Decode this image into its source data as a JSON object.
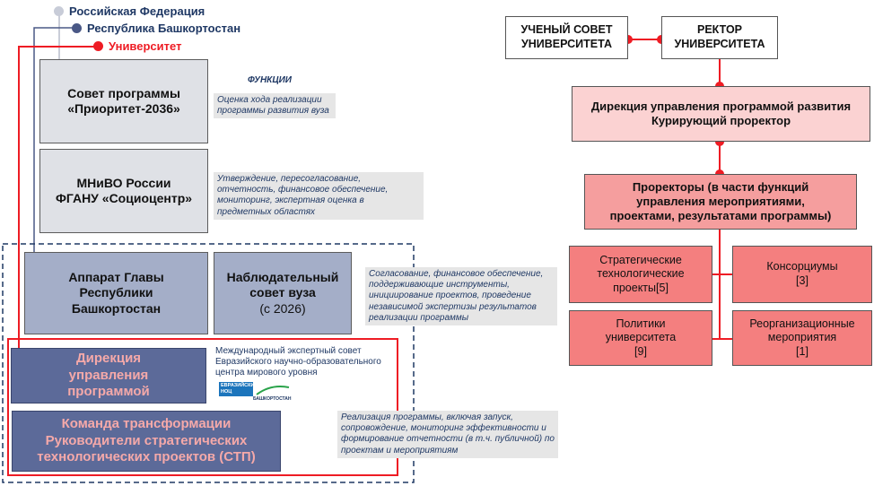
{
  "legend": {
    "rf": "Российская Федерация",
    "rb": "Республика Башкортостан",
    "uni": "Университет",
    "colors": {
      "rf": "#c8ccd8",
      "rb": "#4a5886",
      "uni": "#ee1c24"
    }
  },
  "functions_heading": "ФУНКЦИИ",
  "left_boxes": {
    "council": {
      "line1": "Совет программы",
      "line2": "«Приоритет-2036»"
    },
    "ministry": {
      "line1": "МНиВО России",
      "line2": "ФГАНУ «Социоцентр»"
    },
    "apparatus": {
      "line1": "Аппарат Главы",
      "line2": "Республики",
      "line3": "Башкортостан"
    },
    "supervisory": {
      "line1": "Наблюдательный",
      "line2": "совет вуза",
      "line3": "(с 2026)"
    },
    "directorate": {
      "line1": "Дирекция",
      "line2": "управления",
      "line3": "программой"
    },
    "team": {
      "line1": "Команда трансформации",
      "line2": "Руководители стратегических",
      "line3": "технологических проектов (СТП)"
    }
  },
  "notes": {
    "council": "Оценка хода реализации программы развития вуза",
    "ministry": "Утверждение, пересогласование, отчетность, финансовое обеспечение, мониторинг, экспертная оценка в предметных областях",
    "supervisory": "Согласование, финансовое обеспечение, поддерживающие инструменты, инициирование проектов, проведение независимой экспертизы результатов реализации программы",
    "expert_council": "Международный экспертный совет Евразийского научно-образовательного центра мирового уровня",
    "team": "Реализация программы, включая запуск, сопровождение, мониторинг эффективности и формирование отчетности (в т.ч. публичной) по проектам и мероприятиям"
  },
  "logo": {
    "line1": "ЕВРАЗИЙСКИЙ",
    "line2": "НОЦ",
    "line3": "БАШКОРТОСТАН"
  },
  "right": {
    "academic_council": {
      "line1": "УЧЕНЫЙ СОВЕТ",
      "line2": "УНИВЕРСИТЕТА"
    },
    "rector": {
      "line1": "РЕКТОР",
      "line2": "УНИВЕРСИТЕТА"
    },
    "program_directorate": {
      "line1": "Дирекция управления программой развития",
      "line2": "Курирующий проректор"
    },
    "vice_rectors": {
      "line1": "Проректоры (в части функций",
      "line2": "управления мероприятиями,",
      "line3": "проектами, результатами программы)"
    },
    "stp": {
      "line1": "Стратегические",
      "line2": "технологические",
      "line3": "проекты[5]"
    },
    "consortia": {
      "line1": "Консорциумы",
      "line2": "[3]"
    },
    "policies": {
      "line1": "Политики",
      "line2": "университета",
      "line3": "[9]"
    },
    "reorg": {
      "line1": "Реорганизационные",
      "line2": "мероприятия",
      "line3": "[1]"
    }
  }
}
